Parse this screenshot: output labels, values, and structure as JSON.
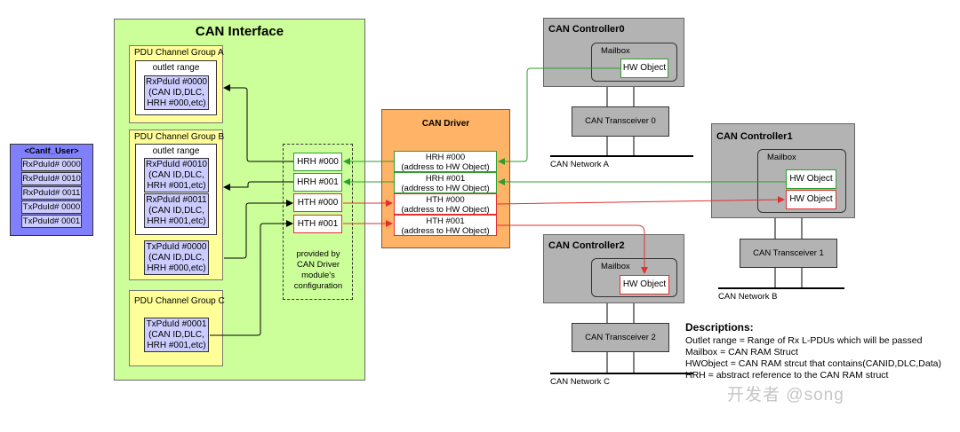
{
  "can_interface": {
    "title": "CAN Interface",
    "group_a": {
      "title": "PDU Channel Group A",
      "outlet_range": "outlet range",
      "pdus": [
        "RxPduId #0000\n(CAN ID,DLC,\nHRH #000,etc)"
      ]
    },
    "group_b": {
      "title": "PDU Channel Group B",
      "outlet_range": "outlet range",
      "pdus": [
        "RxPduId #0010\n(CAN ID,DLC,\nHRH #001,etc)",
        "RxPduId #0011\n(CAN ID,DLC,\nHRH #001,etc)",
        "TxPduId #0000\n(CAN ID,DLC,\nHRH #000,etc)"
      ]
    },
    "group_c": {
      "title": "PDU Channel Group C",
      "pdus": [
        "TxPduId #0001\n(CAN ID,DLC,\nHRH #001,etc)"
      ]
    },
    "handles": [
      "HRH #000",
      "HRH #001",
      "HTH #000",
      "HTH #001"
    ],
    "handles_note": "provided by\nCAN Driver\nmodule's\nconfiguration"
  },
  "canif_user": {
    "title": "<CanIf_User>",
    "items": [
      "RxPduId# 0000",
      "RxPduId# 0010",
      "RxPduId# 0011",
      "TxPduId# 0000",
      "TxPduId# 0001"
    ]
  },
  "can_driver": {
    "title": "CAN Driver",
    "rows": [
      "HRH #000\n(address to HW Object)",
      "HRH #001\n(address to HW Object)",
      "HTH #000\n(address to HW Object)",
      "HTH #001\n(address to HW Object)"
    ]
  },
  "controllers": {
    "c0": {
      "title": "CAN Controller0",
      "mailbox": "Mailbox",
      "hw_objects": [
        "HW Object"
      ],
      "transceiver": "CAN Transceiver 0",
      "network": "CAN Network A"
    },
    "c1": {
      "title": "CAN Controller1",
      "mailbox": "Mailbox",
      "hw_objects": [
        "HW Object",
        "HW Object"
      ],
      "transceiver": "CAN Transceiver 1",
      "network": "CAN Network B"
    },
    "c2": {
      "title": "CAN Controller2",
      "mailbox": "Mailbox",
      "hw_objects": [
        "HW Object"
      ],
      "transceiver": "CAN Transceiver 2",
      "network": "CAN Network C"
    }
  },
  "descriptions": {
    "title": "Descriptions:",
    "lines": [
      "Outlet range = Range of Rx L-PDUs which will be passed",
      "Mailbox = CAN RAM Struct",
      "HWObject = CAN RAM strcut that contains(CANID,DLC,Data)",
      "HRH = abstract reference to the CAN RAM struct"
    ]
  },
  "colors": {
    "interface_bg": "#ccff99",
    "group_bg": "#ffff99",
    "pdu_bg": "#ccccff",
    "user_bg": "#8080ff",
    "driver_bg": "#ffb366",
    "controller_bg": "#b3b3b3",
    "receive_arrow": "#2e9e2e",
    "transmit_arrow": "#e03030"
  },
  "watermark": "开发者 @song"
}
